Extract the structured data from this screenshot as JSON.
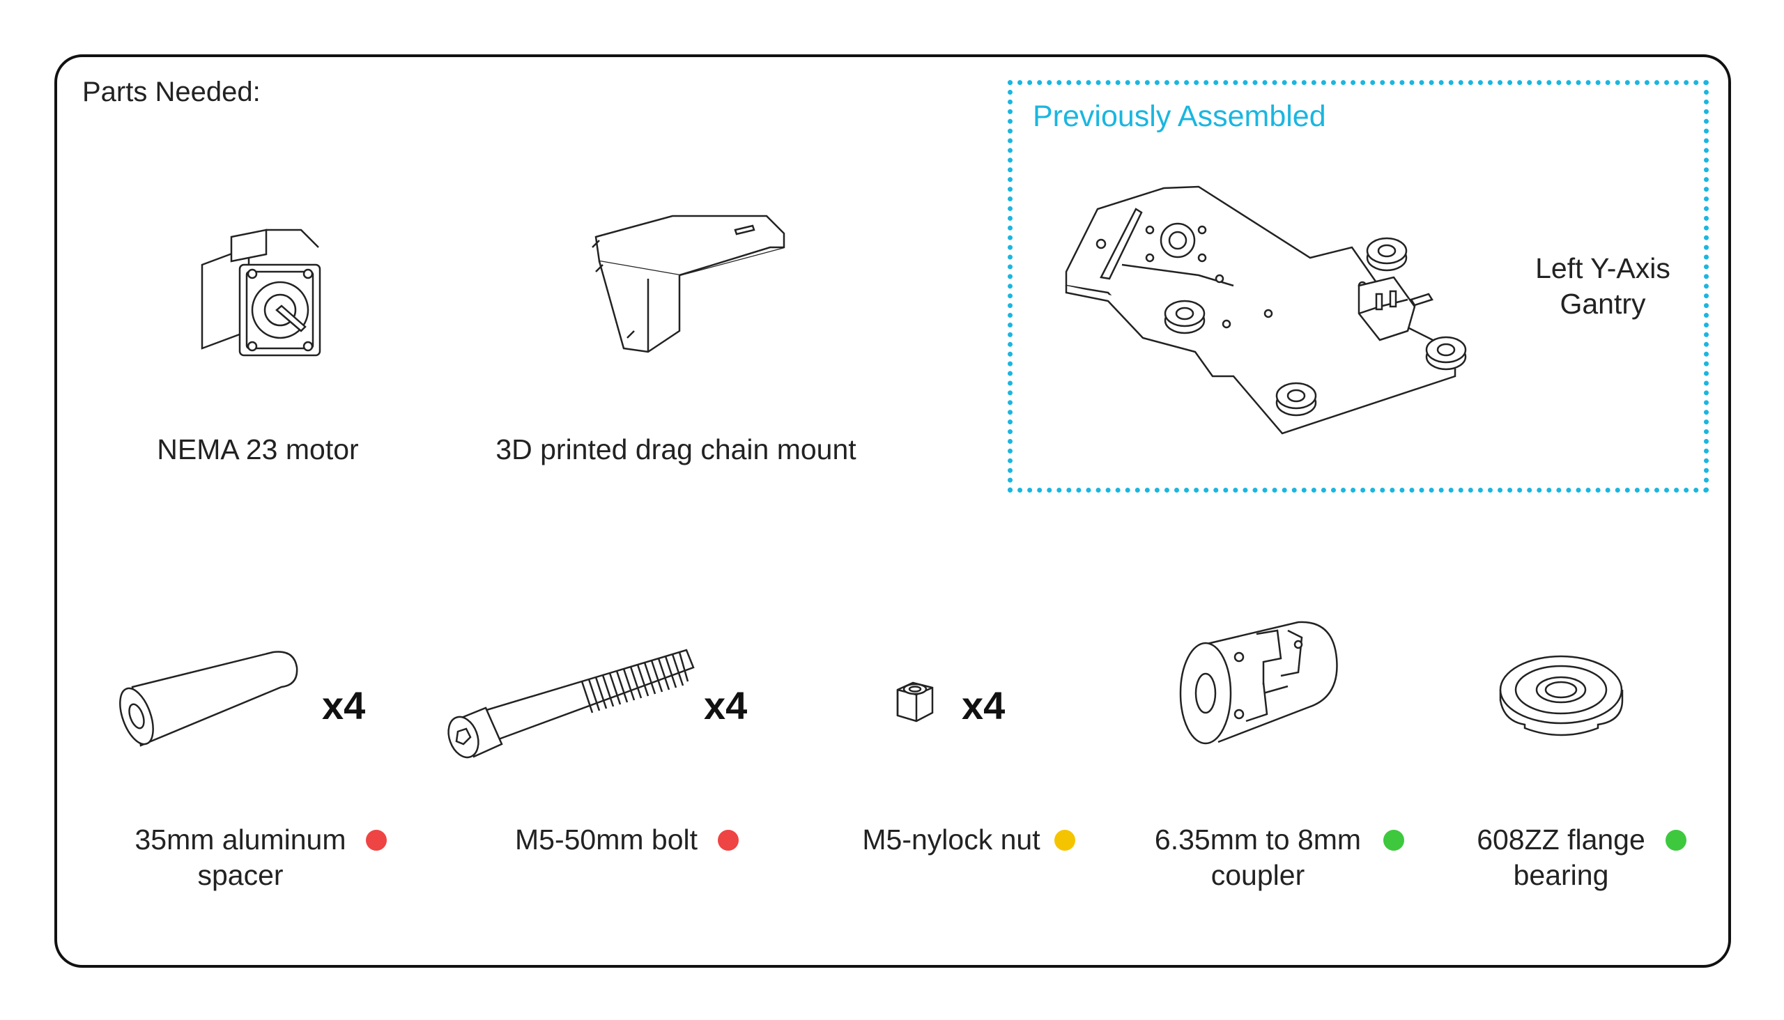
{
  "page_title": "Parts Needed:",
  "previously_assembled": {
    "heading": "Previously Assembled",
    "item_label_line1": "Left Y-Axis",
    "item_label_line2": "Gantry"
  },
  "top_parts": [
    {
      "label": "NEMA 23 motor",
      "icon": "nema23-motor-icon"
    },
    {
      "label": "3D printed drag chain mount",
      "icon": "drag-chain-mount-icon"
    }
  ],
  "bottom_parts": [
    {
      "label_line1": "35mm aluminum",
      "label_line2": "spacer",
      "quantity": "x4",
      "status_color": "#ee4444",
      "icon": "aluminum-spacer-icon"
    },
    {
      "label_line1": "M5-50mm bolt",
      "label_line2": "",
      "quantity": "x4",
      "status_color": "#ee4444",
      "icon": "m5-bolt-icon"
    },
    {
      "label_line1": "M5-nylock nut",
      "label_line2": "",
      "quantity": "x4",
      "status_color": "#f5c400",
      "icon": "nylock-nut-icon"
    },
    {
      "label_line1": "6.35mm to 8mm",
      "label_line2": "coupler",
      "quantity": "",
      "status_color": "#3ec83e",
      "icon": "shaft-coupler-icon"
    },
    {
      "label_line1": "608ZZ flange",
      "label_line2": "bearing",
      "quantity": "",
      "status_color": "#3ec83e",
      "icon": "flange-bearing-icon"
    }
  ],
  "colors": {
    "accent": "#1ab6e0",
    "frame": "#111111"
  }
}
